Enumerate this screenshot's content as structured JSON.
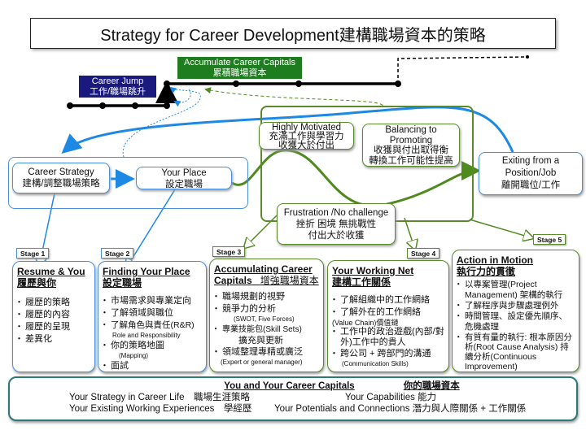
{
  "title": "Strategy for Career Development建構職場資本的策略",
  "accumulate": {
    "en": "Accumulate Career Capitals",
    "zh": "累積職場資本",
    "color": "#1e7d1e"
  },
  "career_jump": {
    "en": "Career Jump",
    "zh": "工作/職場跳升",
    "color": "#1a1a7e"
  },
  "career_strategy": {
    "en": "Career Strategy",
    "zh": "建構/調整職場策略"
  },
  "your_place": {
    "en": "Your Place",
    "zh": "設定職場"
  },
  "highly_motivated": {
    "en": "Highly Motivated",
    "zh1": "充滿工作與學習力",
    "zh2": "收獲大於付出"
  },
  "balancing": {
    "en1": "Balancing to",
    "en2": "Promoting",
    "zh1": "收獲與付出取得衡",
    "zh2": "轉換工作可能性提高"
  },
  "exiting": {
    "en1": "Exiting from a",
    "en2": "Position/Job",
    "zh": "離開職位/工作"
  },
  "frustration": {
    "en": "Frustration /No challenge",
    "zh1": "挫折 困境 無挑戰性",
    "zh2": "付出大於收獲"
  },
  "stages": [
    {
      "label": "Stage 1",
      "title": "Resume & You",
      "subtitle": "履歷與你",
      "items": [
        "履歷的策略",
        "履歷的內容",
        "履歷的呈現",
        "差異化"
      ]
    },
    {
      "label": "Stage 2",
      "title": "Finding Your Place",
      "subtitle": "設定職場",
      "items": [
        "市場需求與專業定向",
        "了解領域與職位",
        "了解角色與責任(R&R)",
        "你的策略地圖",
        "面試"
      ],
      "notes": [
        "Role and Responsibility",
        "(Mapping)"
      ]
    },
    {
      "label": "Stage 3",
      "title": "Accumulating Career Capitals",
      "subtitle": "增強職場資本",
      "items": [
        "職場規劃的視野",
        "競爭力的分析",
        "專業技能包(Skill Sets)",
        "領域整理專精或廣泛"
      ],
      "notes": [
        "(SWOT, Five Forces)",
        "擴充與更新",
        "(Expert or general manager)"
      ]
    },
    {
      "label": "Stage 4",
      "title": "Your Working Net",
      "subtitle": "建構工作關係",
      "items": [
        "了解組織中的工作網絡",
        "了解外在的工作網絡",
        "工作中的政治遊戲(內部/對外)工作中的貴人",
        "跨公司 + 跨部門的溝通"
      ],
      "notes": [
        "(Value Chain)價值鏈",
        "(Communication Skills)"
      ]
    },
    {
      "label": "Stage 5",
      "title": "Action in Motion",
      "subtitle": "執行力的貫徹",
      "items": [
        "以專案管理(Project Management) 架構的執行",
        "了解程序與步驟處理例外",
        "時間管理、設定優先順序、危機處理",
        "有質有量的執行: 根本原因分析(Root Cause Analysis) 持續分析(Continuous Improvement)"
      ]
    }
  ],
  "bottom": {
    "title_en": "You and Your Career Capitals",
    "title_zh": "你的職場資本",
    "r1a": "Your Strategy in Career Life　職場生涯策略",
    "r1b": "Your Capabilities  能力",
    "r2a": "Your Existing Working Experiences　學經歷",
    "r2b": "Your Potentials and Connections  潛力與人際關係 + 工作關係"
  }
}
